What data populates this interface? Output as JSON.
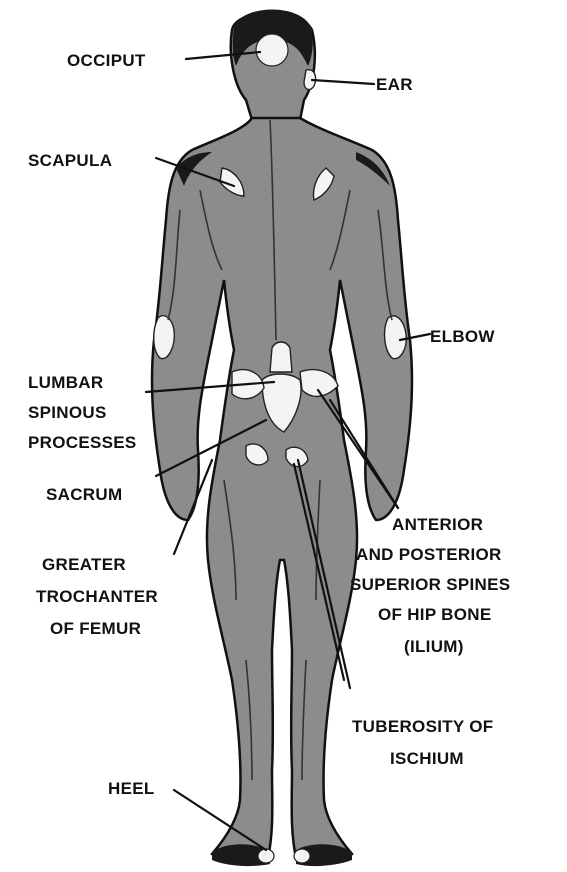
{
  "diagram": {
    "labels": {
      "occiput": "OCCIPUT",
      "ear": "EAR",
      "scapula": "SCAPULA",
      "elbow": "ELBOW",
      "lumbar_line1": "LUMBAR",
      "lumbar_line2": "SPINOUS",
      "lumbar_line3": "PROCESSES",
      "sacrum": "SACRUM",
      "greater_line1": "GREATER",
      "greater_line2": "TROCHANTER",
      "greater_line3": "OF FEMUR",
      "anterior_line1": "ANTERIOR",
      "anterior_line2": "AND POSTERIOR",
      "anterior_line3": "SUPERIOR SPINES",
      "anterior_line4": "OF HIP BONE",
      "anterior_line5": "(ILIUM)",
      "tuberosity_line1": "TUBEROSITY OF",
      "tuberosity_line2": "ISCHIUM",
      "heel": "HEEL"
    }
  }
}
